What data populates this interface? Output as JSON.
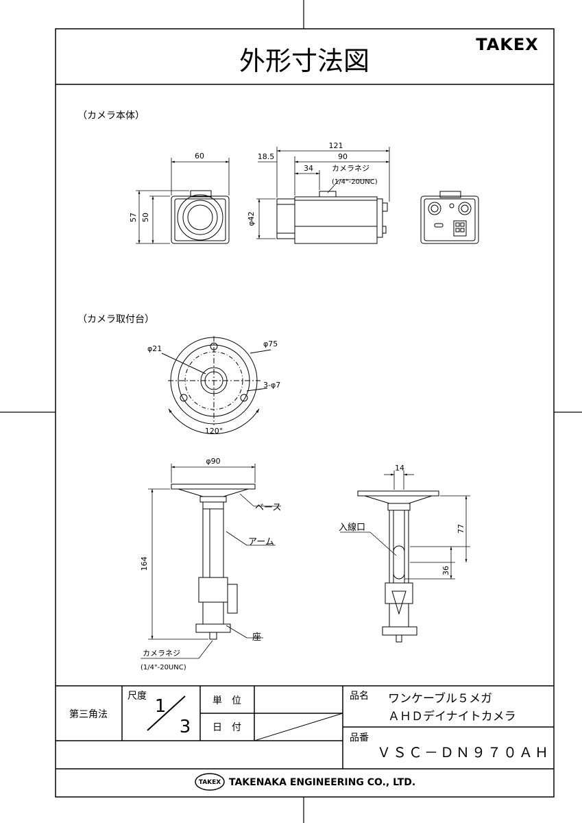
{
  "title": "外形寸法図",
  "brand": "TAKEX",
  "sections": {
    "camera_body": "（カメラ本体）",
    "mount": "（カメラ取付台）"
  },
  "dims": {
    "front_width": "60",
    "front_h57": "57",
    "front_h50": "50",
    "side_121": "121",
    "side_18_5": "18.5",
    "side_90": "90",
    "side_34": "34",
    "side_screw": "カメラネジ",
    "side_screw_spec": "(1/4\"-20UNC)",
    "side_phi42": "φ42",
    "top_phi21": "φ21",
    "top_phi75": "φ75",
    "top_holes": "3-φ7",
    "top_angle": "120°",
    "mount_phi90": "φ90",
    "mount_base": "ベース",
    "mount_arm": "アーム",
    "mount_164": "164",
    "mount_seat": "座",
    "mount_screw": "カメラネジ",
    "mount_screw_spec": "(1/4\"-20UNC)",
    "side2_14": "14",
    "side2_inlet": "入線口",
    "side2_77": "77",
    "side2_36": "36"
  },
  "title_block": {
    "projection": "第三角法",
    "scale_label": "尺度",
    "scale_num": "1",
    "scale_den": "3",
    "unit_label": "単　位",
    "date_label": "日　付",
    "product_name_label": "品名",
    "product_name_line1": "ワンケーブル５メガ",
    "product_name_line2": "ＡＨＤデイナイトカメラ",
    "product_no_label": "品番",
    "product_no": "ＶＳＣ－ＤＮ９７０ＡＨ",
    "company_logo": "TAKEX",
    "company": "TAKENAKA ENGINEERING CO., LTD."
  }
}
